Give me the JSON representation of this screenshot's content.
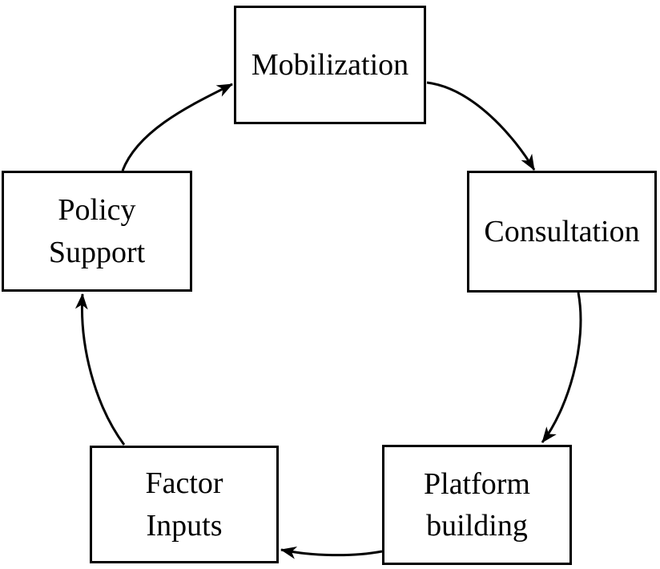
{
  "diagram": {
    "type": "cycle",
    "nodes": [
      {
        "id": "mobilization",
        "label": "Mobilization"
      },
      {
        "id": "consultation",
        "label": "Consultation"
      },
      {
        "id": "platform-building",
        "label": "Platform\nbuilding"
      },
      {
        "id": "factor-inputs",
        "label": "Factor\nInputs"
      },
      {
        "id": "policy-support",
        "label": "Policy\nSupport"
      }
    ],
    "edges": [
      {
        "from": "policy-support",
        "to": "mobilization"
      },
      {
        "from": "mobilization",
        "to": "consultation"
      },
      {
        "from": "consultation",
        "to": "platform-building"
      },
      {
        "from": "platform-building",
        "to": "factor-inputs"
      },
      {
        "from": "factor-inputs",
        "to": "policy-support"
      }
    ],
    "flow_direction": "clockwise",
    "colors": {
      "line": "#000000",
      "node_fill": "#ffffff",
      "background": "#ffffff"
    }
  }
}
